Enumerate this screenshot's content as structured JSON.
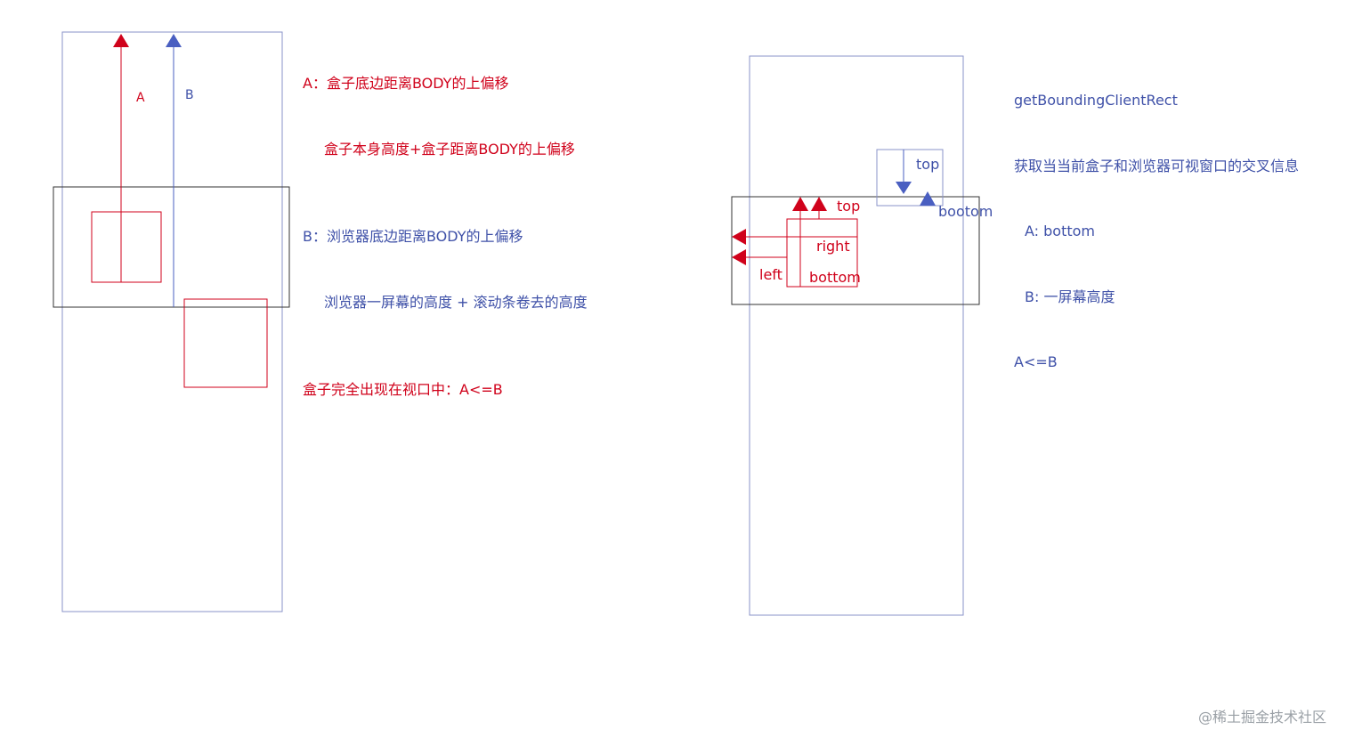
{
  "colors": {
    "red": "#d0021b",
    "blue": "#4a5fc1",
    "box_outline": "#8a93c8",
    "viewport_outline": "#333333",
    "watermark": "#9aa0a6"
  },
  "left_panel": {
    "arrow_a_label": "A",
    "arrow_b_label": "B"
  },
  "notes_left": {
    "a_line1": "A：盒子底边距离BODY的上偏移",
    "a_line2": "盒子本身高度+盒子距离BODY的上偏移",
    "b_line1": "B：浏览器底边距离BODY的上偏移",
    "b_line2": "浏览器一屏幕的高度 + 滚动条卷去的高度",
    "condition": "盒子完全出现在视口中：A<=B"
  },
  "right_panel": {
    "blue_top_label": "top",
    "blue_bottom_label": "bootom",
    "red_top_label": "top",
    "red_right_label": "right",
    "red_left_label": "left",
    "red_bottom_label": "bottom"
  },
  "notes_right": {
    "line1": "getBoundingClientRect",
    "line2": "获取当当前盒子和浏览器可视窗口的交叉信息",
    "line3": "A: bottom",
    "line4": "B: 一屏幕高度",
    "line5": "A<=B"
  },
  "watermark": "@稀土掘金技术社区"
}
